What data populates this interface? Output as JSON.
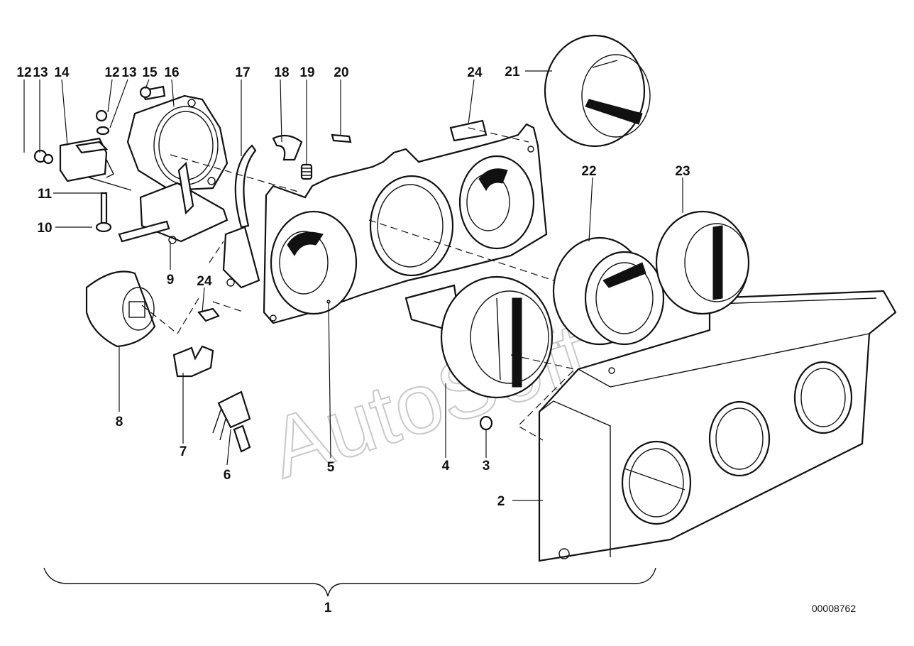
{
  "callouts": {
    "c1": "1",
    "c2": "2",
    "c3": "3",
    "c4": "4",
    "c5": "5",
    "c6": "6",
    "c7": "7",
    "c8": "8",
    "c9": "9",
    "c10": "10",
    "c11": "11",
    "c12a": "12",
    "c12b": "12",
    "c13a": "13",
    "c13b": "13",
    "c14": "14",
    "c15": "15",
    "c16": "16",
    "c17": "17",
    "c18": "18",
    "c19": "19",
    "c20": "20",
    "c21": "21",
    "c22": "22",
    "c23": "23",
    "c24a": "24",
    "c24b": "24"
  },
  "watermark": "AutoSoft",
  "reference_number": "00008762"
}
